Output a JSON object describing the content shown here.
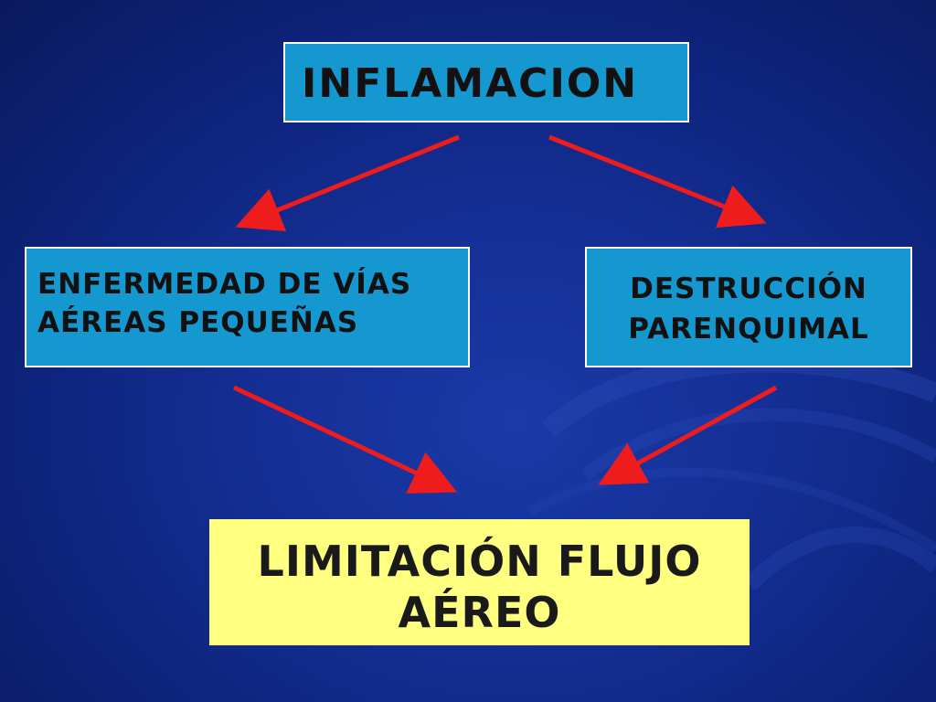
{
  "colors": {
    "background": "#142f95",
    "box_blue": "#1597d0",
    "box_yellow": "#ffff80",
    "arrow": "#ee1c1c",
    "border": "#ffffff"
  },
  "diagram": {
    "top": {
      "label": "INFLAMACION"
    },
    "left": {
      "lines": [
        "ENFERMEDAD DE VÍAS",
        "AÉREAS PEQUEÑAS"
      ]
    },
    "right": {
      "lines": [
        "DESTRUCCIÓN",
        "PARENQUIMAL"
      ]
    },
    "bottom": {
      "lines": [
        "LIMITACIÓN FLUJO",
        "AÉREO"
      ]
    }
  }
}
